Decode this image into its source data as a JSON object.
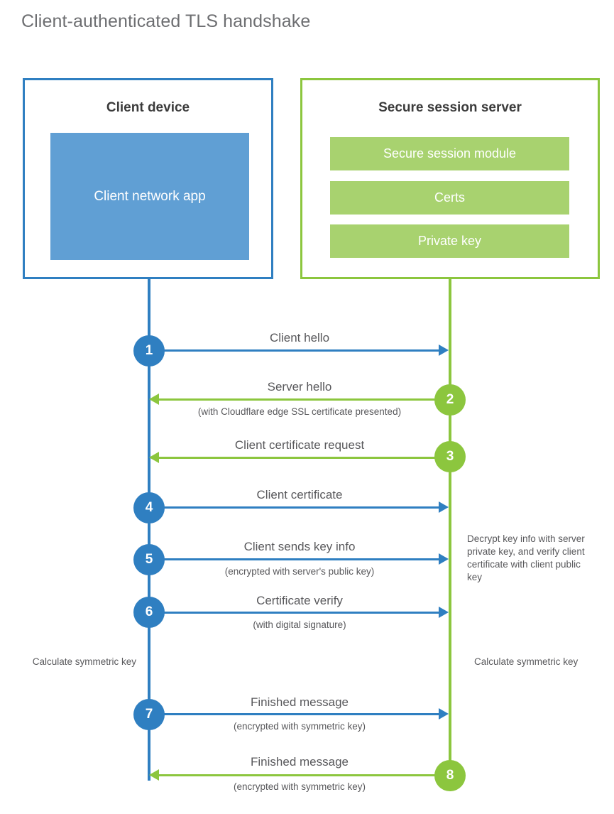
{
  "title": "Client-authenticated TLS handshake",
  "colors": {
    "client_blue": "#2f7fc1",
    "client_app_fill": "#609fd4",
    "server_green": "#8cc63e",
    "server_bar_fill": "#a8d26f",
    "text_gray": "#58585b",
    "title_gray": "#6d6e71",
    "background": "#ffffff"
  },
  "client": {
    "title": "Client device",
    "app_label": "Client network app"
  },
  "server": {
    "title": "Secure session server",
    "bars": [
      {
        "label": "Secure session module"
      },
      {
        "label": "Certs"
      },
      {
        "label": "Private key"
      }
    ]
  },
  "steps": [
    {
      "number": "1",
      "label": "Client hello",
      "sublabel": "",
      "direction": "client-to-server",
      "color": "blue"
    },
    {
      "number": "2",
      "label": "Server hello",
      "sublabel": "(with Cloudflare edge SSL certificate presented)",
      "direction": "server-to-client",
      "color": "green"
    },
    {
      "number": "3",
      "label": "Client certificate request",
      "sublabel": "",
      "direction": "server-to-client",
      "color": "green"
    },
    {
      "number": "4",
      "label": "Client certificate",
      "sublabel": "",
      "direction": "client-to-server",
      "color": "blue"
    },
    {
      "number": "5",
      "label": "Client sends key info",
      "sublabel": "(encrypted with server's public key)",
      "direction": "client-to-server",
      "color": "blue"
    },
    {
      "number": "6",
      "label": "Certificate verify",
      "sublabel": "(with digital signature)",
      "direction": "client-to-server",
      "color": "blue"
    },
    {
      "number": "7",
      "label": "Finished message",
      "sublabel": "(encrypted with symmetric key)",
      "direction": "client-to-server",
      "color": "blue"
    },
    {
      "number": "8",
      "label": "Finished message",
      "sublabel": "(encrypted with symmetric key)",
      "direction": "server-to-client",
      "color": "green"
    }
  ],
  "annotations": {
    "decrypt_note": "Decrypt key info with server private key, and verify client certificate with client public key",
    "calculate_symmetric_key_client": "Calculate symmetric key",
    "calculate_symmetric_key_server": "Calculate symmetric key"
  }
}
